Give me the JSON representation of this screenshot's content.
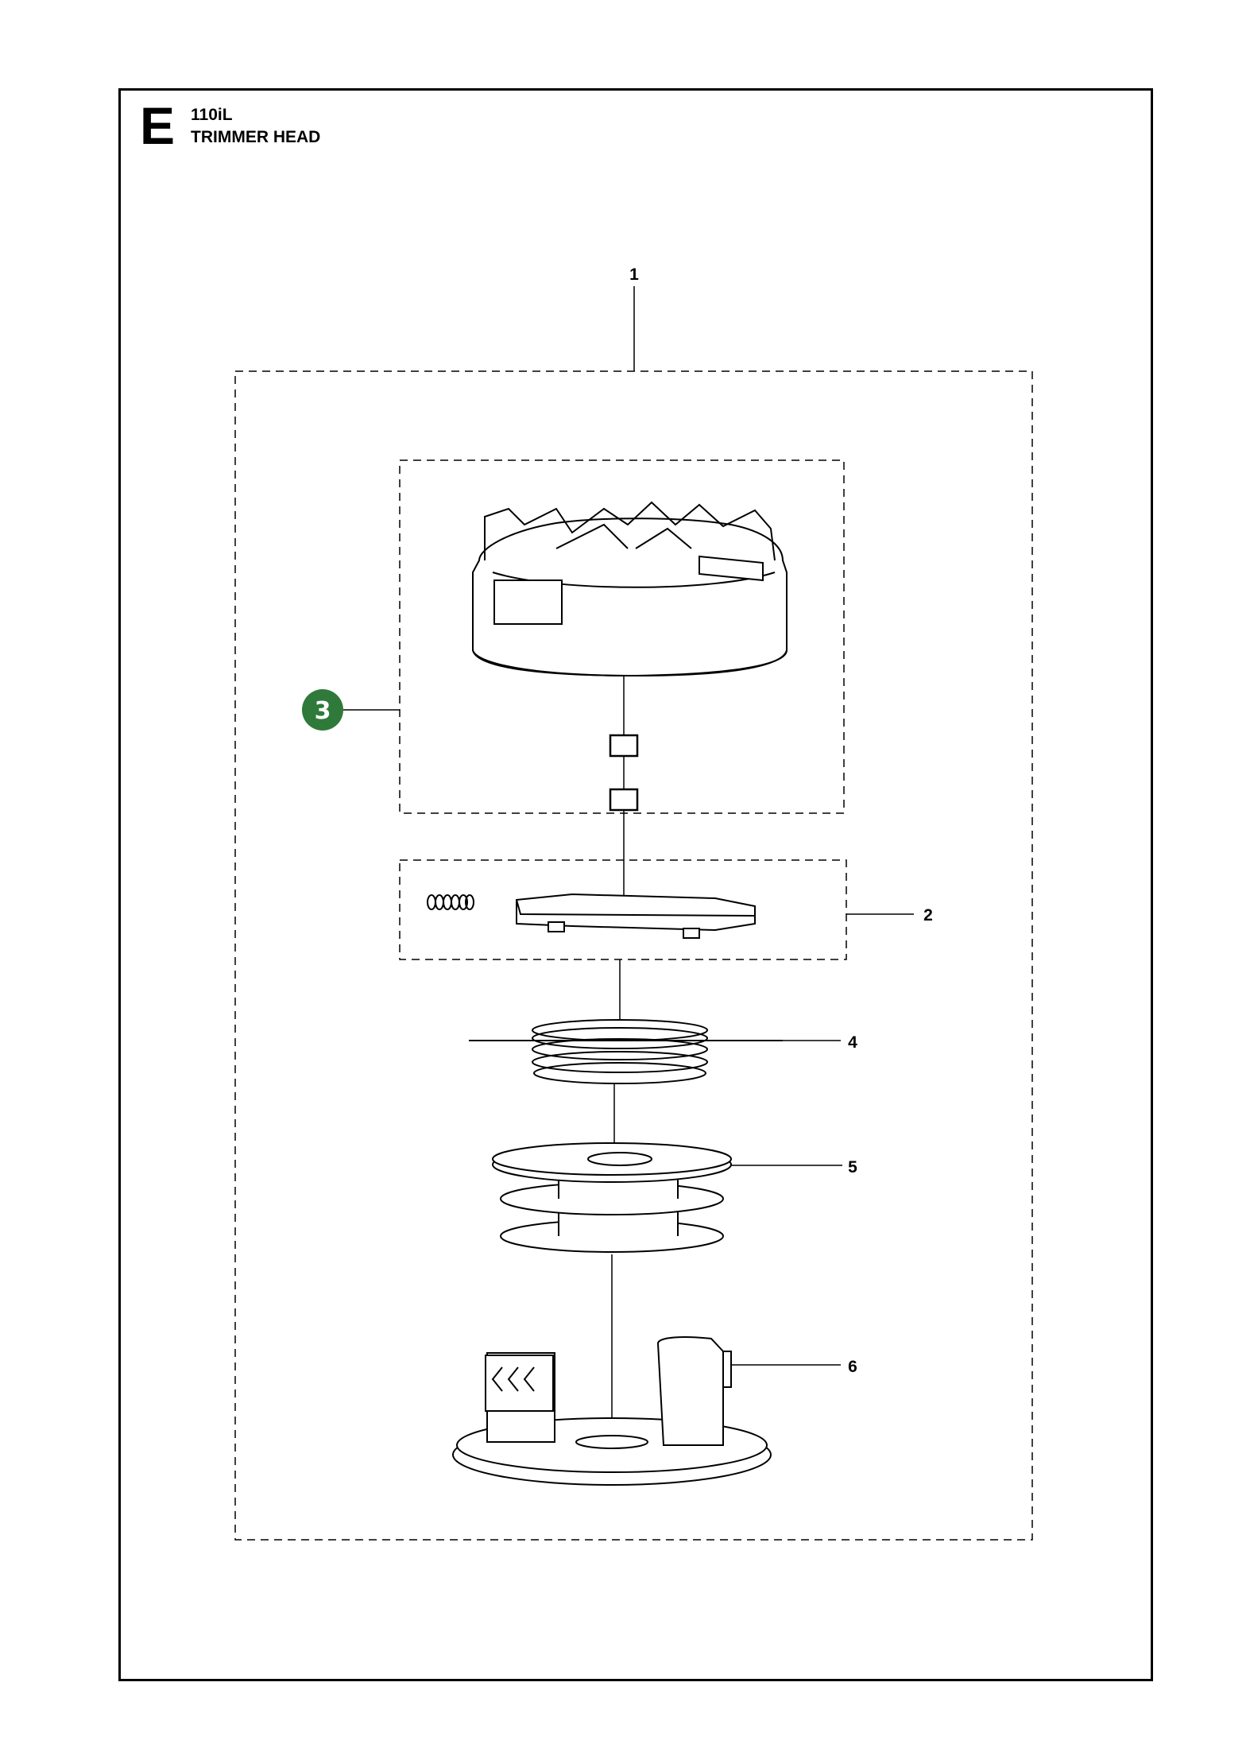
{
  "header": {
    "section_letter": "E",
    "model": "110iL",
    "title": "TRIMMER HEAD"
  },
  "callouts": {
    "c1": "1",
    "c2": "2",
    "c3": "3",
    "c4": "4",
    "c5": "5",
    "c6": "6"
  },
  "colors": {
    "badge": "#2f7a3a",
    "line": "#000000"
  }
}
